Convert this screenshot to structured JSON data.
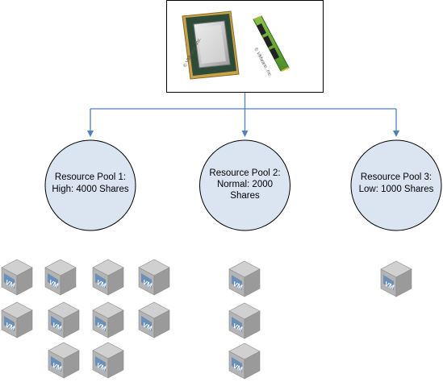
{
  "hardware": {
    "cpu_watermark": "© VMware, Inc.",
    "ram_watermark": "© VMware, Inc."
  },
  "pools": [
    {
      "lines": [
        "Resource Pool 1:",
        "High: 4000 Shares"
      ],
      "vm_count": 10
    },
    {
      "lines": [
        "Resource Pool 2:",
        "Normal: 2000",
        "Shares"
      ],
      "vm_count": 3
    },
    {
      "lines": [
        "Resource Pool 3:",
        "Low: 1000 Shares"
      ],
      "vm_count": 1
    }
  ],
  "vm_label": "VM",
  "colors": {
    "connector": "#4f81bd",
    "pool_fill": "#dbe5f1",
    "pool_stroke": "#000000",
    "vm_top": "#d0d0d0",
    "vm_left": "#b4b4b4",
    "vm_right": "#9a9a9a",
    "vm_badge": "#6a8fb8"
  }
}
